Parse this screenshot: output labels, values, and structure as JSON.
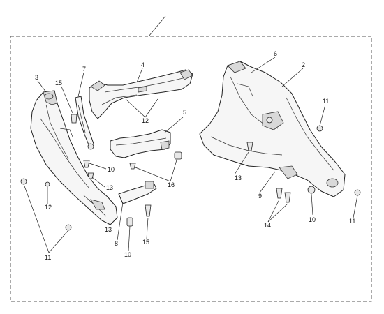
{
  "callouts": {
    "c2": "2",
    "c3": "3",
    "c4": "4",
    "c5": "5",
    "c6": "6",
    "c7": "7",
    "c8": "8",
    "c9": "9",
    "c10a": "10",
    "c10b": "10",
    "c10c": "10",
    "c11a": "11",
    "c11b": "11",
    "c11c": "11",
    "c12a": "12",
    "c12b": "12",
    "c13a": "13",
    "c13b": "13",
    "c13c": "13",
    "c14": "14",
    "c15a": "15",
    "c15b": "15",
    "c16": "16"
  },
  "parts": [
    {
      "id": "left-lower-fairing-panel",
      "callout": "3"
    },
    {
      "id": "upper-trim-panel",
      "callout": "4"
    },
    {
      "id": "inner-bracket-panel",
      "callout": "5"
    },
    {
      "id": "right-fairing-panel",
      "callout": "2"
    },
    {
      "id": "mounting-bracket",
      "callout": "8"
    },
    {
      "id": "support-strut",
      "callout": "7"
    }
  ]
}
